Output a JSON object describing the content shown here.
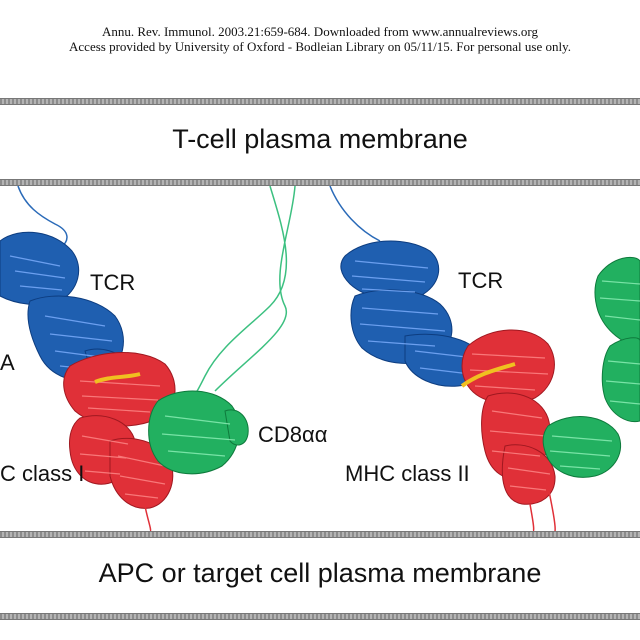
{
  "header": {
    "line1": "Annu. Rev. Immunol. 2003.21:659-684. Downloaded from www.annualreviews.org",
    "line2": "Access provided by University of Oxford - Bodleian Library on 05/11/15. For personal use only."
  },
  "membranes": {
    "top_label": "T-cell plasma membrane",
    "bottom_label": "APC or target cell plasma membrane"
  },
  "figure": {
    "left_panel": {
      "tcr_label": "TCR",
      "cd8_label": "CD8αα",
      "mhc_label": "C class I",
      "edge_label": "A"
    },
    "right_panel": {
      "tcr_label": "TCR",
      "mhc_label": "MHC class II"
    },
    "colors": {
      "tcr": "#1f5fb0",
      "mhc": "#e03038",
      "cd8": "#22b060",
      "peptide": "#f0c020",
      "membrane": "#9a9a9a"
    }
  }
}
